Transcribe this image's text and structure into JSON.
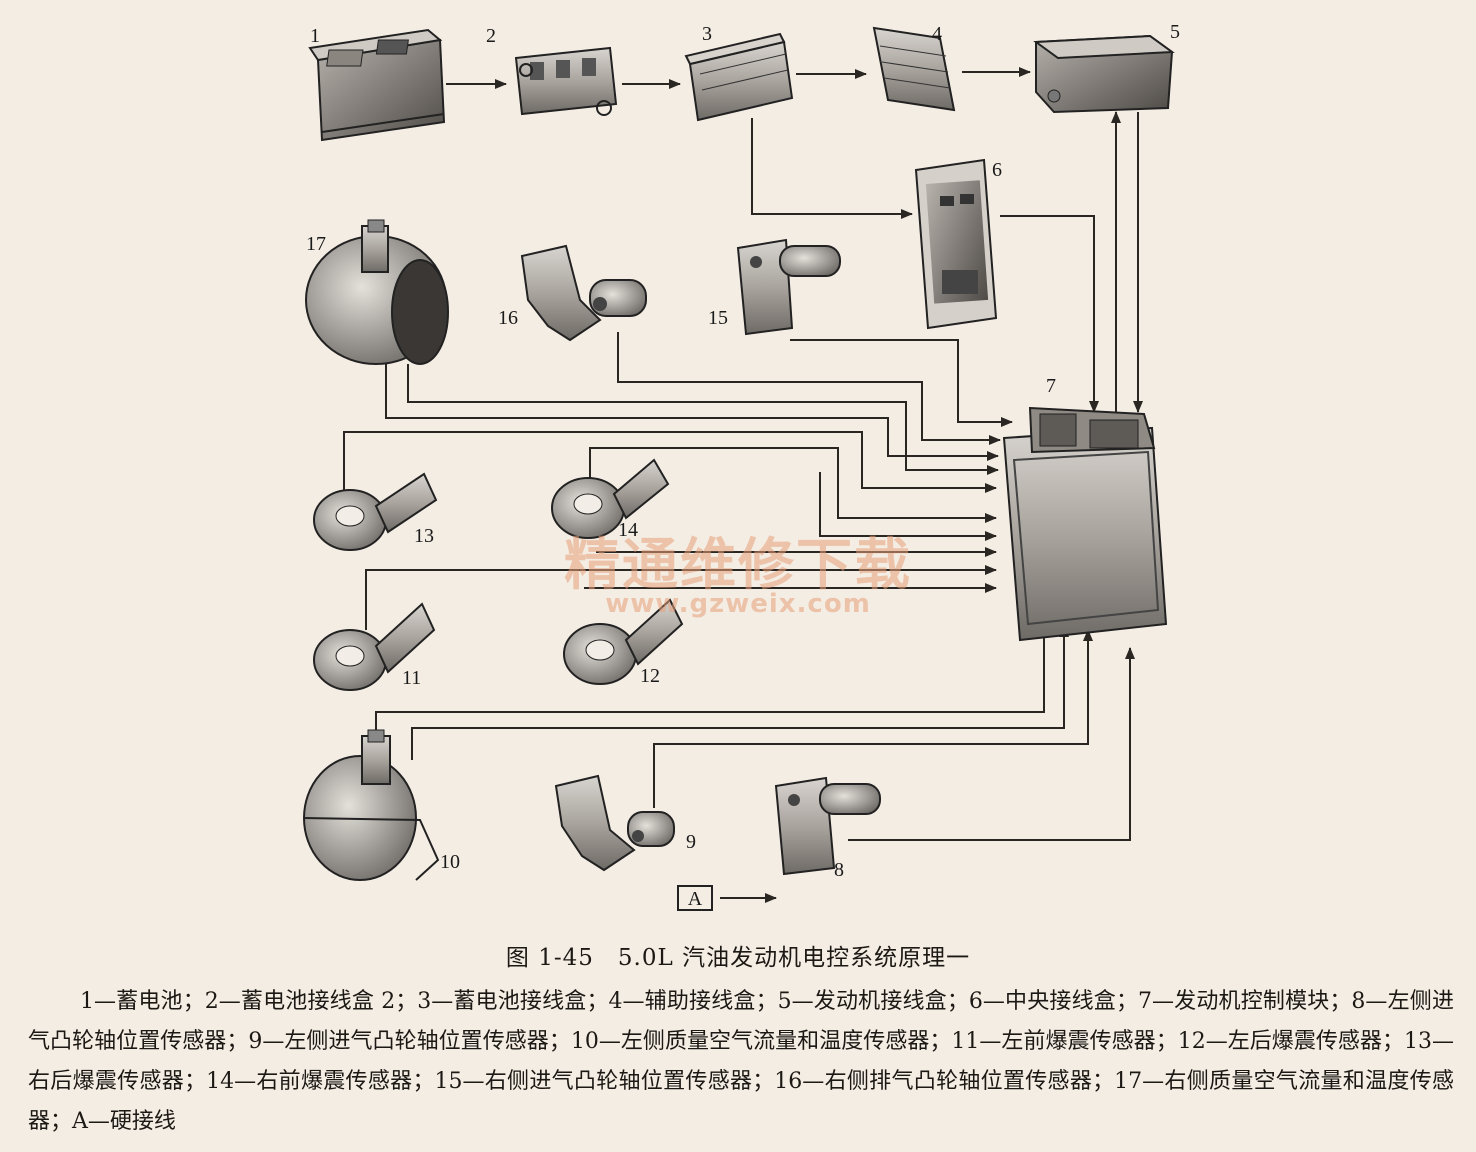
{
  "labels": {
    "n1": "1",
    "n2": "2",
    "n3": "3",
    "n4": "4",
    "n5": "5",
    "n6": "6",
    "n7": "7",
    "n8": "8",
    "n9": "9",
    "n10": "10",
    "n11": "11",
    "n12": "12",
    "n13": "13",
    "n14": "14",
    "n15": "15",
    "n16": "16",
    "n17": "17",
    "a": "A"
  },
  "watermark": {
    "cn": "精通维修下载",
    "url": "www.gzweix.com"
  },
  "caption": "图 1-45　5.0L 汽油发动机电控系统原理一",
  "legend": "1—蓄电池；2—蓄电池接线盒 2；3—蓄电池接线盒；4—辅助接线盒；5—发动机接线盒；6—中央接线盒；7—发动机控制模块；8—左侧进气凸轮轴位置传感器；9—左侧进气凸轮轴位置传感器；10—左侧质量空气流量和温度传感器；11—左前爆震传感器；12—左后爆震传感器；13—右后爆震传感器；14—右前爆震传感器；15—右侧进气凸轮轴位置传感器；16—右侧排气凸轮轴位置传感器；17—右侧质量空气流量和温度传感器；A—硬接线",
  "colors": {
    "background": "#f4ede4",
    "line": "#2a2622",
    "watermark": "#e6a07a"
  }
}
